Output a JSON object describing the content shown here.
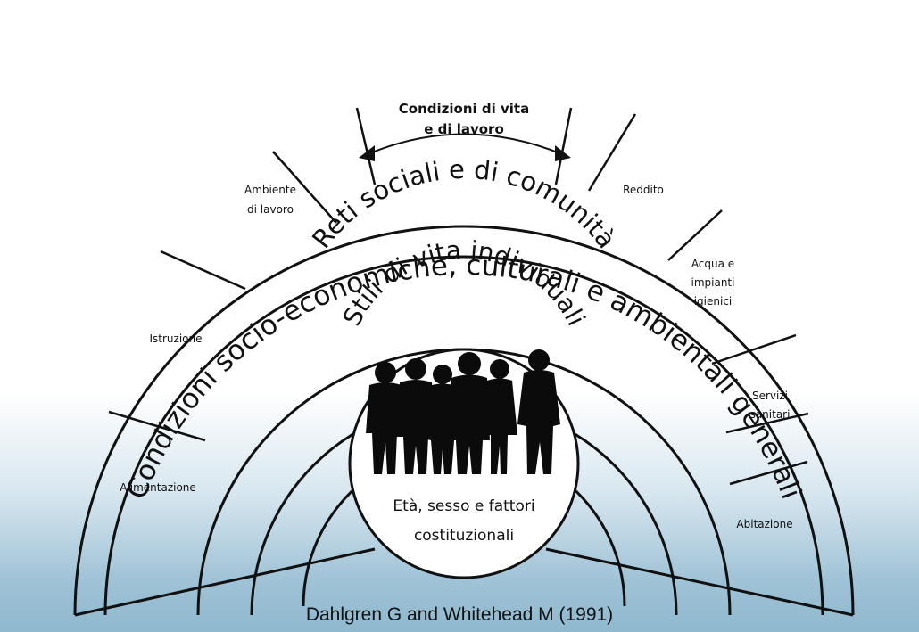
{
  "title": "Dahlgren G and Whitehead M (1991)",
  "layers": {
    "outer": "Condizioni socio-economiche, culturali e ambientali generali",
    "living_conditions_title": {
      "line1": "Condizioni di vita",
      "line2": "e di lavoro"
    },
    "social": "Reti sociali e di comunità",
    "lifestyle": "Stili di vita individuali",
    "core": {
      "line1": "Età, sesso e fattori",
      "line2": "costituzionali"
    }
  },
  "sectors": {
    "work_env": {
      "line1": "Ambiente",
      "line2": "di lavoro"
    },
    "education": "Istruzione",
    "food": "Alimentazione",
    "income": "Reddito",
    "water": {
      "line1": "Acqua e",
      "line2": "impianti",
      "line3": "igienici"
    },
    "health": {
      "line1": "Servizi",
      "line2": "sanitari"
    },
    "housing": "Abitazione"
  },
  "icons": {
    "people": "people-silhouette-icon"
  },
  "colors": {
    "stroke": "#111111",
    "background_bottom": "#8fb8ce"
  }
}
